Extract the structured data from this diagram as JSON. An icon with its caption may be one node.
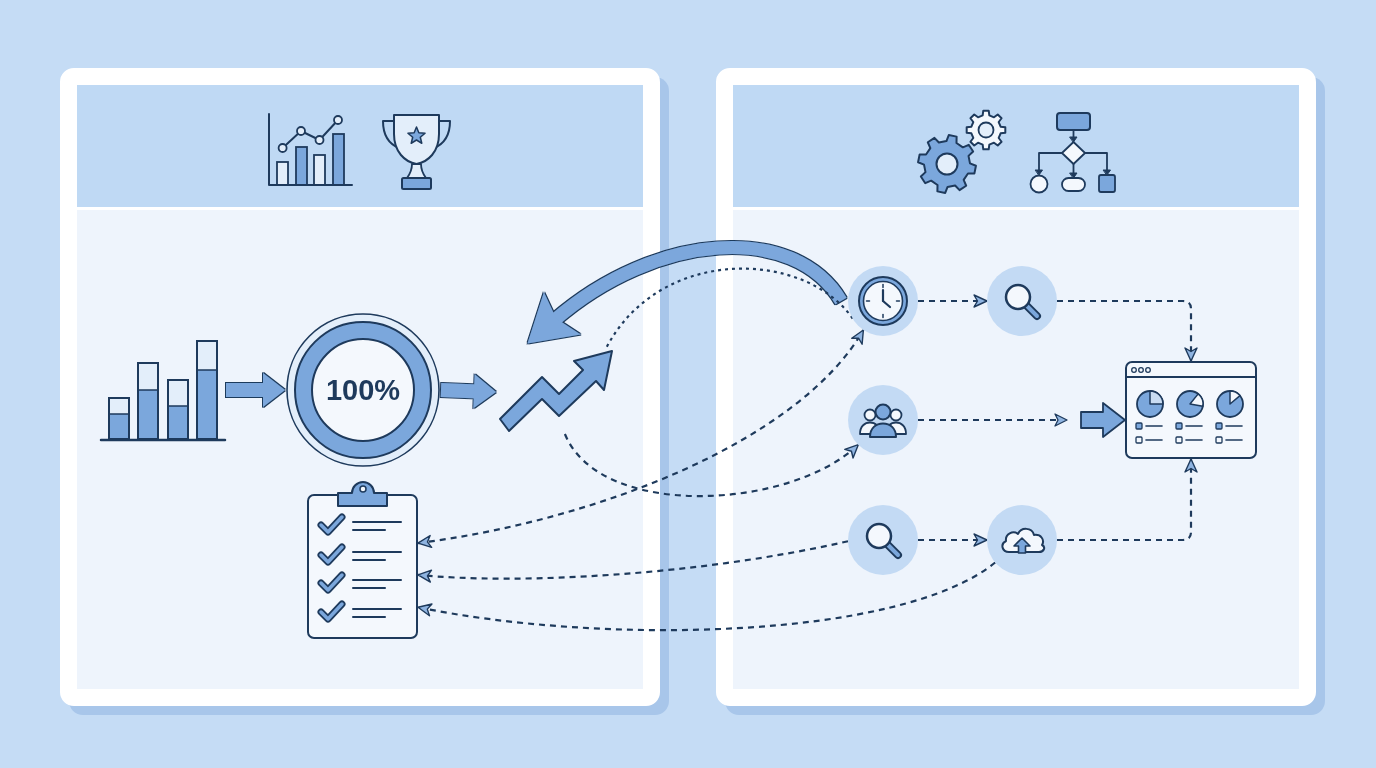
{
  "diagram": {
    "nodes": [
      {
        "text": [],
        "shape": "box"
      },
      {
        "text": [],
        "shape": "picture",
        "in": 0
      },
      {
        "text": [
          "100%"
        ],
        "in": 0
      },
      {
        "text": [],
        "shape": "picture",
        "in": 0
      },
      {
        "text": [],
        "shape": "picture",
        "in": 0
      },
      {
        "text": [],
        "shape": "box"
      },
      {
        "text": [],
        "shape": "circle",
        "in": 5
      },
      {
        "text": [],
        "shape": "circle",
        "in": 5
      },
      {
        "text": [],
        "shape": "circle",
        "in": 5
      },
      {
        "text": [],
        "shape": "picture",
        "in": 5
      },
      {
        "text": [],
        "shape": "circle",
        "in": 5
      },
      {
        "text": [],
        "shape": "circle",
        "in": 5
      }
    ],
    "edges": [
      {
        "from": 1,
        "to": 2,
        "arrow": "to",
        "style": "thick",
        "color": "#7ba7dc"
      },
      {
        "from": 2,
        "to": 3,
        "arrow": "to",
        "style": "thick",
        "color": "#7ba7dc"
      },
      {
        "from": 6,
        "to": 3,
        "arrow": "to",
        "style": "thick",
        "color": "#7ba7dc"
      },
      {
        "from": 6,
        "to": 3,
        "arrow": "none",
        "style": "dashed"
      },
      {
        "from": 3,
        "to": 8,
        "arrow": "to",
        "style": "dashed"
      },
      {
        "from": 4,
        "to": 6,
        "arrow": "both",
        "style": "dashed"
      },
      {
        "from": 10,
        "to": 4,
        "arrow": "to",
        "style": "dashed"
      },
      {
        "from": 11,
        "to": 4,
        "arrow": "to",
        "style": "dashed"
      },
      {
        "from": 6,
        "to": 7,
        "arrow": "to",
        "style": "dashed"
      },
      {
        "from": 7,
        "to": 9,
        "arrow": "to",
        "style": "dashed"
      },
      {
        "from": 8,
        "to": 9,
        "arrow": "to",
        "style": "dashed"
      },
      {
        "from": 10,
        "to": 11,
        "arrow": "to",
        "style": "dashed"
      },
      {
        "from": 11,
        "to": 9,
        "arrow": "to",
        "style": "dashed"
      }
    ]
  }
}
